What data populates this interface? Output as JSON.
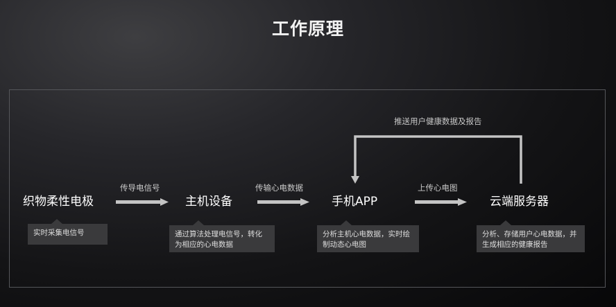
{
  "title": "工作原理",
  "nodes": [
    {
      "label": "织物柔性电极"
    },
    {
      "label": "主机设备"
    },
    {
      "label": "手机APP"
    },
    {
      "label": "云端服务器"
    }
  ],
  "edges": [
    {
      "label": "传导电信号"
    },
    {
      "label": "传输心电数据"
    },
    {
      "label": "上传心电图"
    }
  ],
  "feedback": {
    "label": "推送用户健康数据及报告"
  },
  "notes": [
    {
      "text": "实时采集电信号"
    },
    {
      "text": "通过算法处理电信号，转化为相应的心电数据"
    },
    {
      "text": "分析主机心电数据，实时绘制动态心电图"
    },
    {
      "text": "分析、存储用户心电数据，并生成相应的健康报告"
    }
  ],
  "colors": {
    "arrow": "#c4c4c4",
    "note_bg": "#3a3a3c",
    "frame": "#55565a"
  }
}
